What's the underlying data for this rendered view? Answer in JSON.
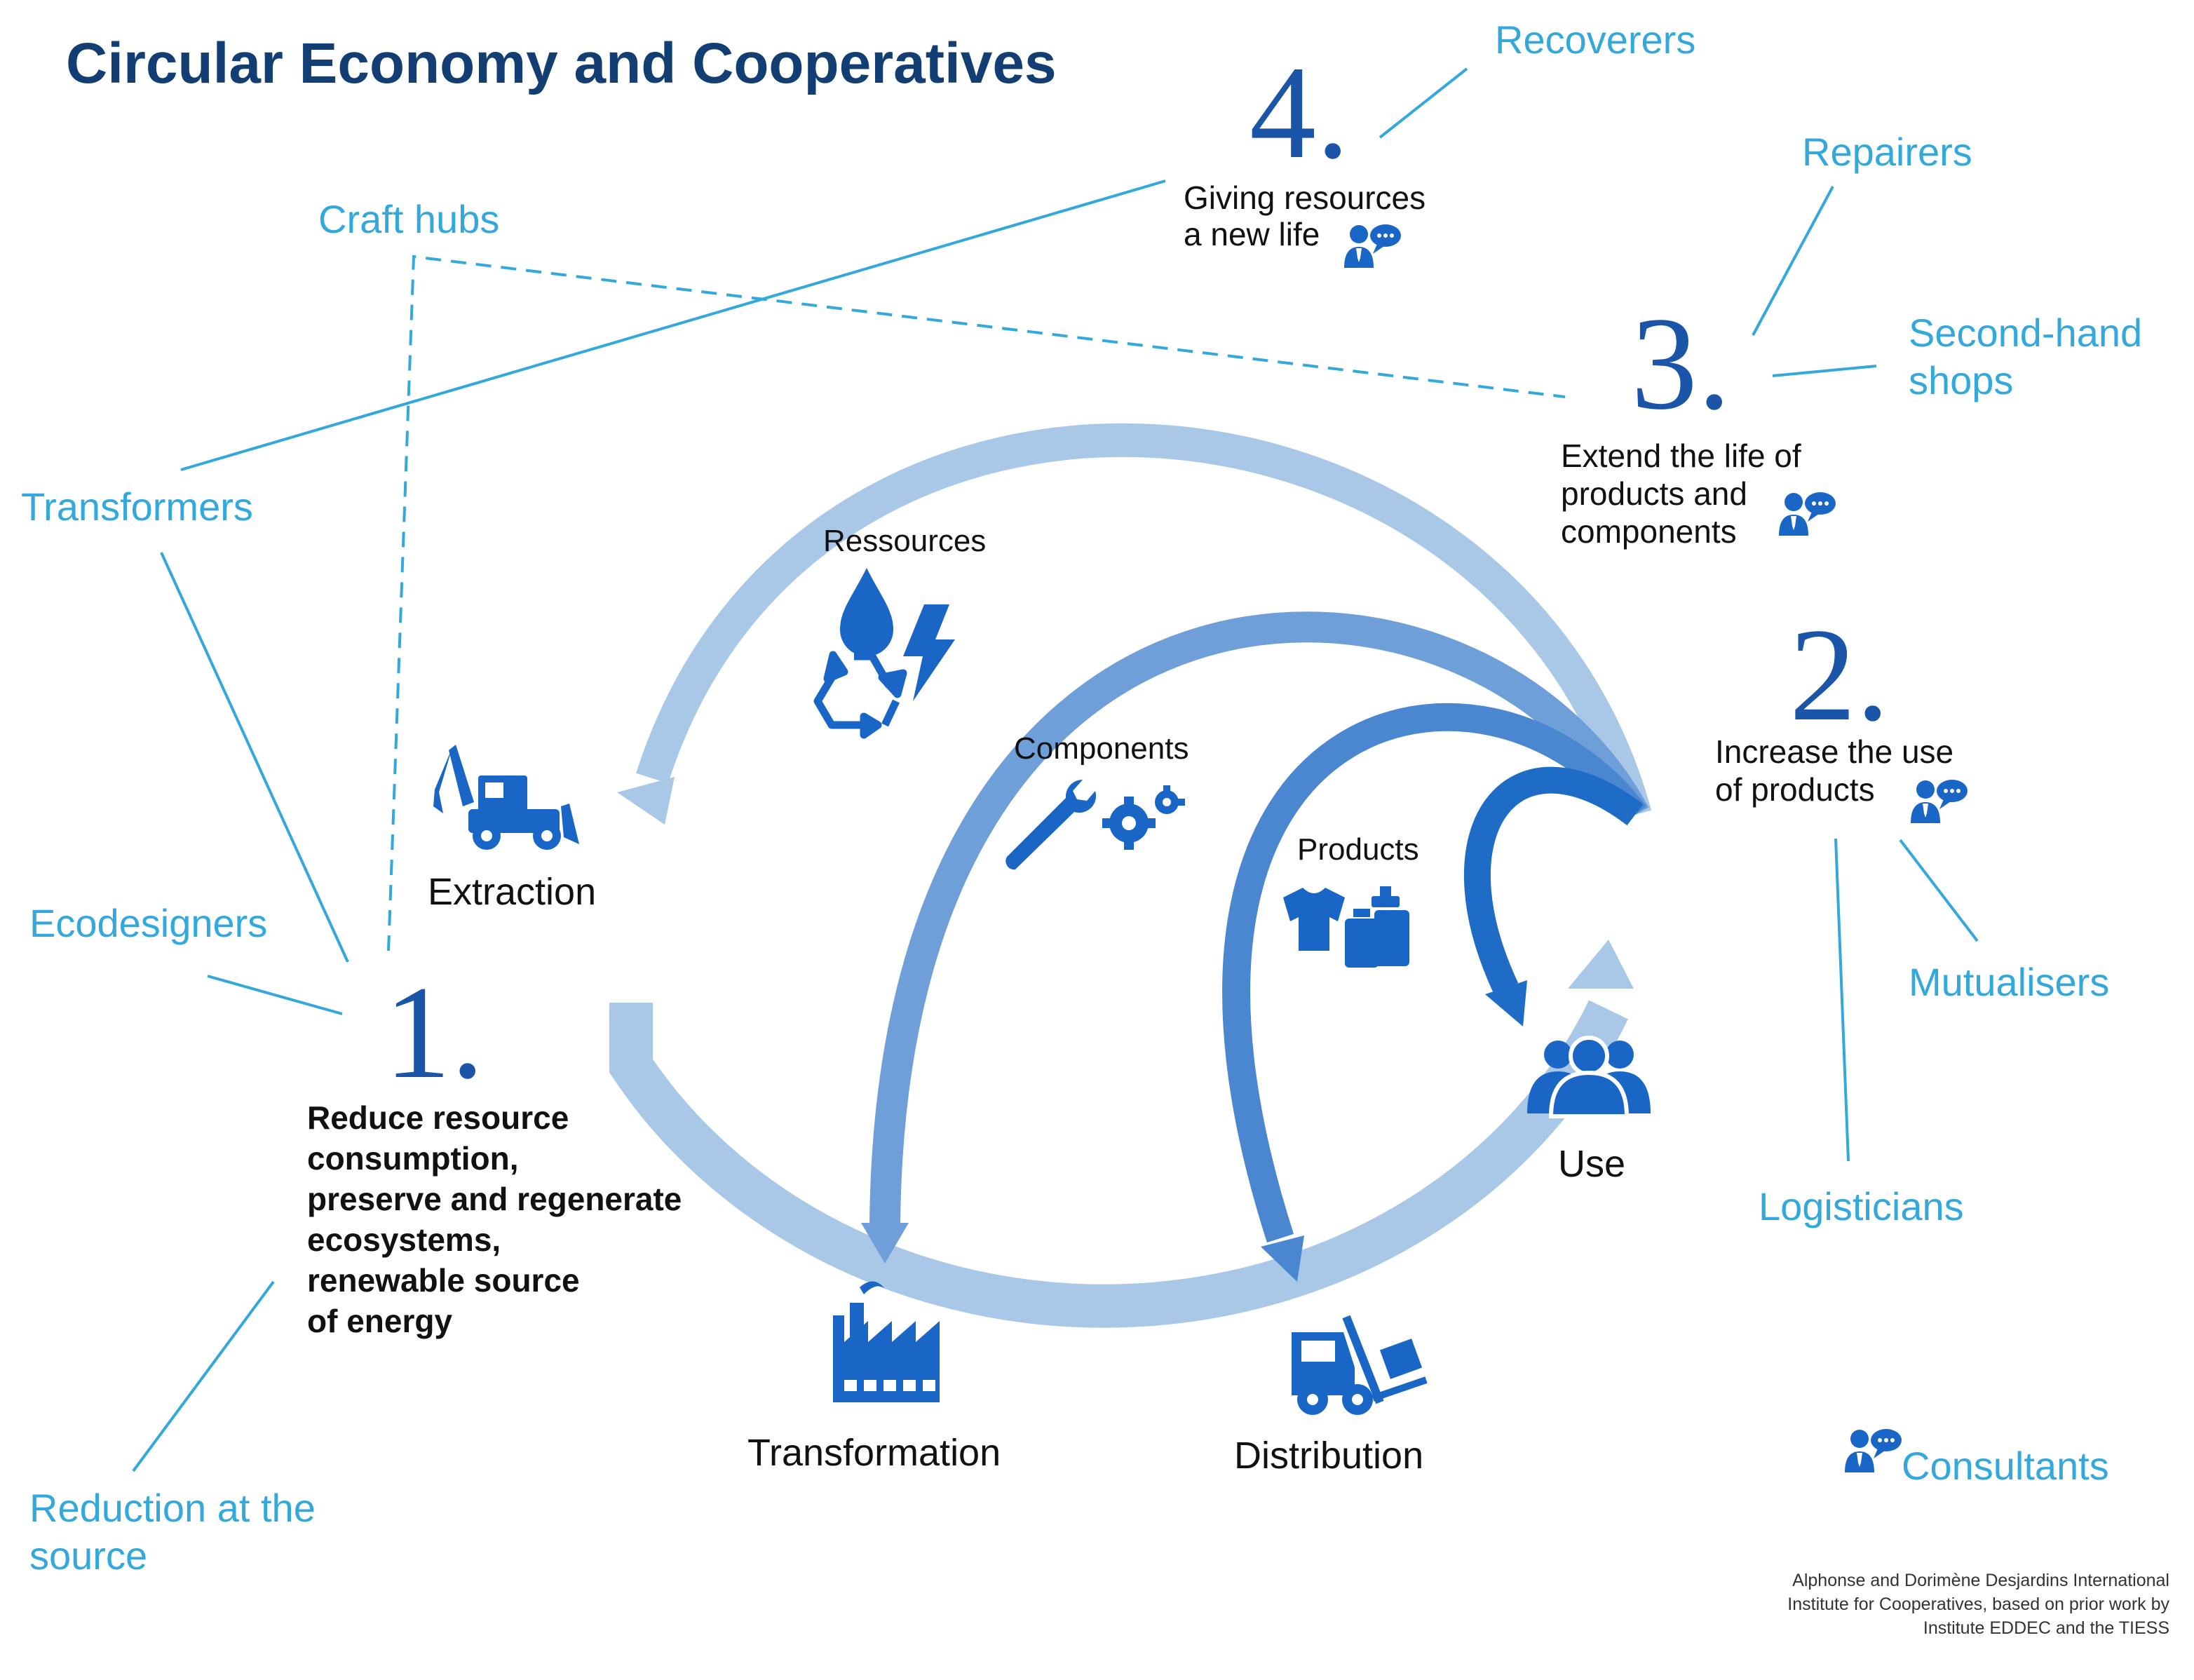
{
  "title": "Circular Economy and Cooperatives",
  "colors": {
    "title": "#123e74",
    "actor_label": "#33a8dc",
    "numerals": "#1a55a8",
    "icons": "#1966c6",
    "arrow_light": "#a9c8e8",
    "arrow_medium": "#6f9fd8",
    "arrow_dark": "#4a87d0",
    "arrow_darkest": "#1f6cc7"
  },
  "strategies": [
    {
      "number": "1.",
      "lines": [
        "Reduce resource",
        "consumption,",
        "preserve and regenerate",
        "ecosystems,",
        "renewable source",
        "of energy"
      ]
    },
    {
      "number": "2.",
      "lines": [
        "Increase the use",
        "of products"
      ]
    },
    {
      "number": "3.",
      "lines": [
        "Extend the life of",
        "products and",
        "components"
      ]
    },
    {
      "number": "4.",
      "lines": [
        "Giving resources",
        "a new life"
      ]
    }
  ],
  "actors": {
    "recoverers": "Recoverers",
    "repairers": "Repairers",
    "second_hand": [
      "Second-hand",
      "shops"
    ],
    "craft_hubs": "Craft hubs",
    "transformers": "Transformers",
    "ecodesigners": "Ecodesigners",
    "reduction": [
      "Reduction at the",
      "source"
    ],
    "mutualisers": "Mutualisers",
    "logisticians": "Logisticians",
    "consultants": "Consultants"
  },
  "stages": {
    "extraction": "Extraction",
    "transformation": "Transformation",
    "distribution": "Distribution",
    "use": "Use"
  },
  "resource_labels": {
    "ressources": "Ressources",
    "components": "Components",
    "products": "Products"
  },
  "icons": {
    "consultant": "consultant-speech-icon",
    "extraction": "excavator-icon",
    "transformation": "factory-icon",
    "distribution": "forklift-icon",
    "use": "group-of-people-icon",
    "ressources": [
      "water-drop-icon",
      "lightning-bolt-icon",
      "recycle-icon"
    ],
    "components": [
      "wrench-icon",
      "gears-icon"
    ],
    "products": [
      "shirt-icon",
      "bottles-icon"
    ]
  },
  "credit": [
    "Alphonse and Dorimène Desjardins International",
    "Institute for Cooperatives, based on prior work by",
    "Institute EDDEC and the TIESS"
  ]
}
